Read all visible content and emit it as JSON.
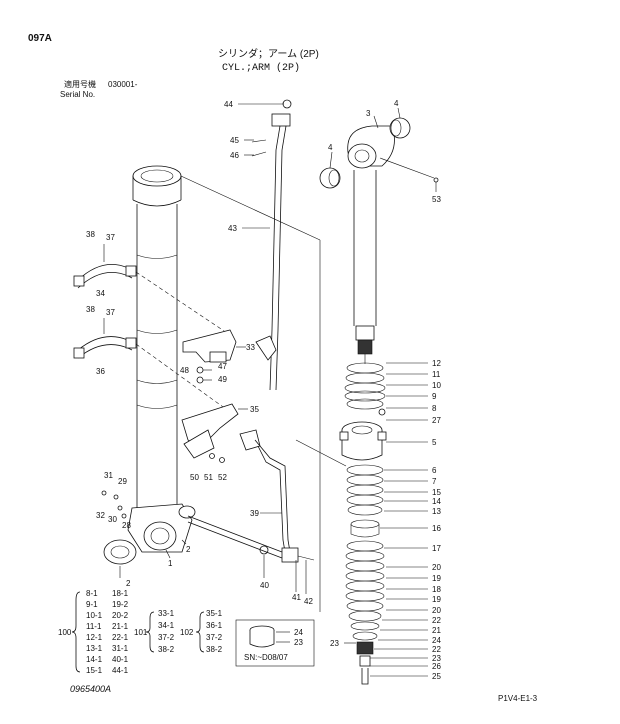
{
  "page_code": "097A",
  "title_jp": "シリンダ；アーム (2P)",
  "title_en": "CYL.;ARM (2P)",
  "serial_label_jp": "適用号機",
  "serial_value": "030001-",
  "serial_label_en": "Serial No.",
  "drawing_number": "0965400A",
  "sheet_code": "P1V4-E1-3",
  "sn_box_label": "SN:~D08/07",
  "callouts": [
    "44",
    "45",
    "46",
    "43",
    "3",
    "4",
    "4",
    "53",
    "38",
    "37",
    "34",
    "38",
    "37",
    "33",
    "36",
    "47",
    "48",
    "49",
    "35",
    "50",
    "51",
    "52",
    "31",
    "29",
    "32",
    "30",
    "28",
    "1",
    "2",
    "2",
    "39",
    "40",
    "41",
    "42",
    "12",
    "11",
    "10",
    "9",
    "8",
    "27",
    "5",
    "6",
    "7",
    "15",
    "14",
    "13",
    "16",
    "17",
    "20",
    "19",
    "18",
    "19",
    "20",
    "22",
    "21",
    "24",
    "22",
    "23",
    "23",
    "26",
    "25",
    "24",
    "23"
  ],
  "parts_table": {
    "group_100": {
      "label": "100",
      "items": [
        "8-1",
        "9-1",
        "10-1",
        "11-1",
        "12-1",
        "13-1",
        "14-1",
        "15-1"
      ]
    },
    "col_b": [
      "18-1",
      "19-2",
      "20-2",
      "21-1",
      "22-1",
      "31-1",
      "40-1",
      "44-1"
    ],
    "group_101": {
      "label": "101",
      "items": [
        "33-1",
        "34-1",
        "37-2",
        "38-2"
      ]
    },
    "group_102": {
      "label": "102",
      "items": [
        "35-1",
        "36-1",
        "37-2",
        "38-2"
      ]
    }
  }
}
